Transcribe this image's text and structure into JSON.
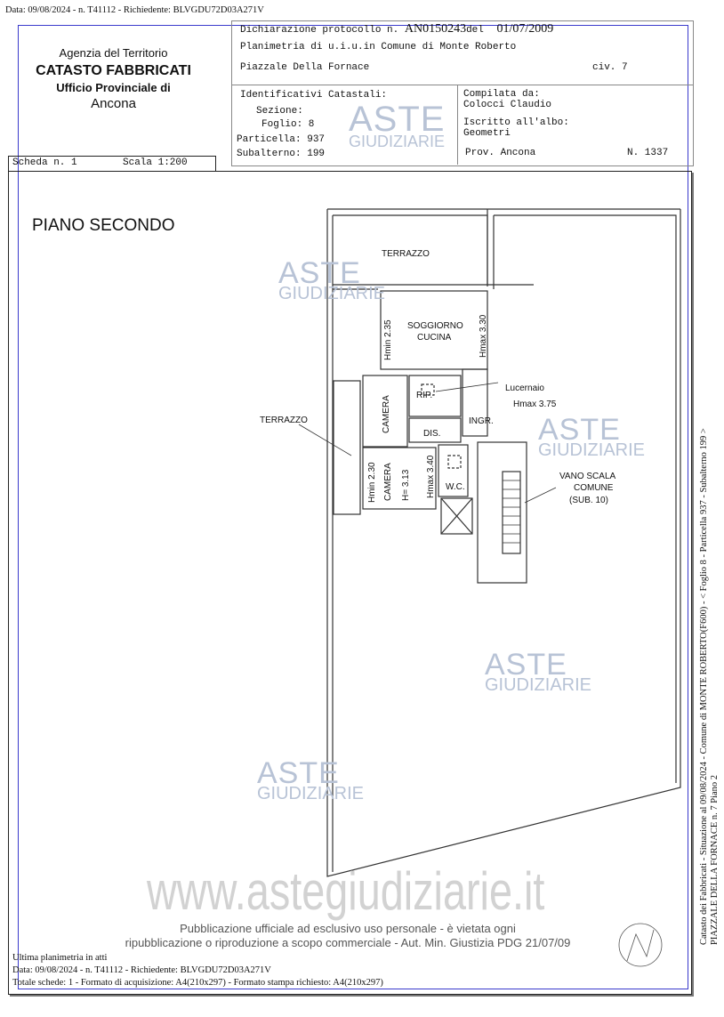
{
  "top_line": "Data: 09/08/2024 - n. T41112 - Richiedente: BLVGDU72D03A271V",
  "header": {
    "agency": "Agenzia del Territorio",
    "catasto": "CATASTO FABBRICATI",
    "office": "Ufficio Provinciale di",
    "city": "Ancona",
    "dichiarazione_label": "Dichiarazione protocollo n.",
    "protocol": "AN0150243",
    "del_label": "del",
    "date": "01/07/2009",
    "planimetria": "Planimetria di u.i.u.in Comune di Monte Roberto",
    "address": "Piazzale Della Fornace",
    "civ": "civ. 7",
    "identificativi": "Identificativi Catastali:",
    "sezione": "Sezione:",
    "foglio": "Foglio: 8",
    "particella": "Particella: 937",
    "subalterno": "Subalterno: 199",
    "compilata_label": "Compilata da:",
    "compilata_name": "Colocci Claudio",
    "iscritto_label": "Iscritto all'albo:",
    "iscritto_value": "Geometri",
    "prov": "Prov. Ancona",
    "number": "N. 1337",
    "scheda": "Scheda n. 1",
    "scala": "Scala 1:200"
  },
  "plan": {
    "floor_title": "PIANO SECONDO",
    "rooms": {
      "terrazzo_top": "TERRAZZO",
      "terrazzo_left": "TERRAZZO",
      "soggiorno1": "SOGGIORNO",
      "soggiorno2": "CUCINA",
      "hmin_sogg": "Hmin 2.35",
      "hmax_sogg": "Hmax 3.30",
      "camera1": "CAMERA",
      "rip": "RIP.",
      "lucernaio": "Lucernaio",
      "hmax_luc": "Hmax 3.75",
      "ingr": "INGR.",
      "dis": "DIS.",
      "hmin_cam": "Hmin 2.30",
      "camera2": "CAMERA",
      "h_cam": "H= 3.13",
      "hmax_cam": "Hmax 3.40",
      "wc": "W.C.",
      "vano1": "VANO SCALA",
      "vano2": "COMUNE",
      "vano3": "(SUB. 10)"
    }
  },
  "watermark": {
    "aste": "ASTE",
    "giudiziarie": "GIUDIZIARIE",
    "site": "www.astegiudiziarie.it"
  },
  "side_text": {
    "line1": "Catasto dei Fabbricati - Situazione al 09/08/2024 - Comune di MONTE ROBERTO(F600) - < Foglio 8 - Particella 937 - Subalterno 199 >",
    "line2": "PIAZZALE DELLA FORNACE n. 7 Piano 2"
  },
  "footer": {
    "ultima": "Ultima planimetria in atti",
    "data": "Data: 09/08/2024 - n. T41112 - Richiedente: BLVGDU72D03A271V",
    "totale": "Totale schede: 1 - Formato di acquisizione: A4(210x297) - Formato stampa richiesto: A4(210x297)",
    "pub1": "Pubblicazione ufficiale ad esclusivo uso personale - è vietata ogni",
    "pub2": "ripubblicazione o riproduzione a scopo commerciale - Aut. Min. Giustizia PDG 21/07/09"
  }
}
